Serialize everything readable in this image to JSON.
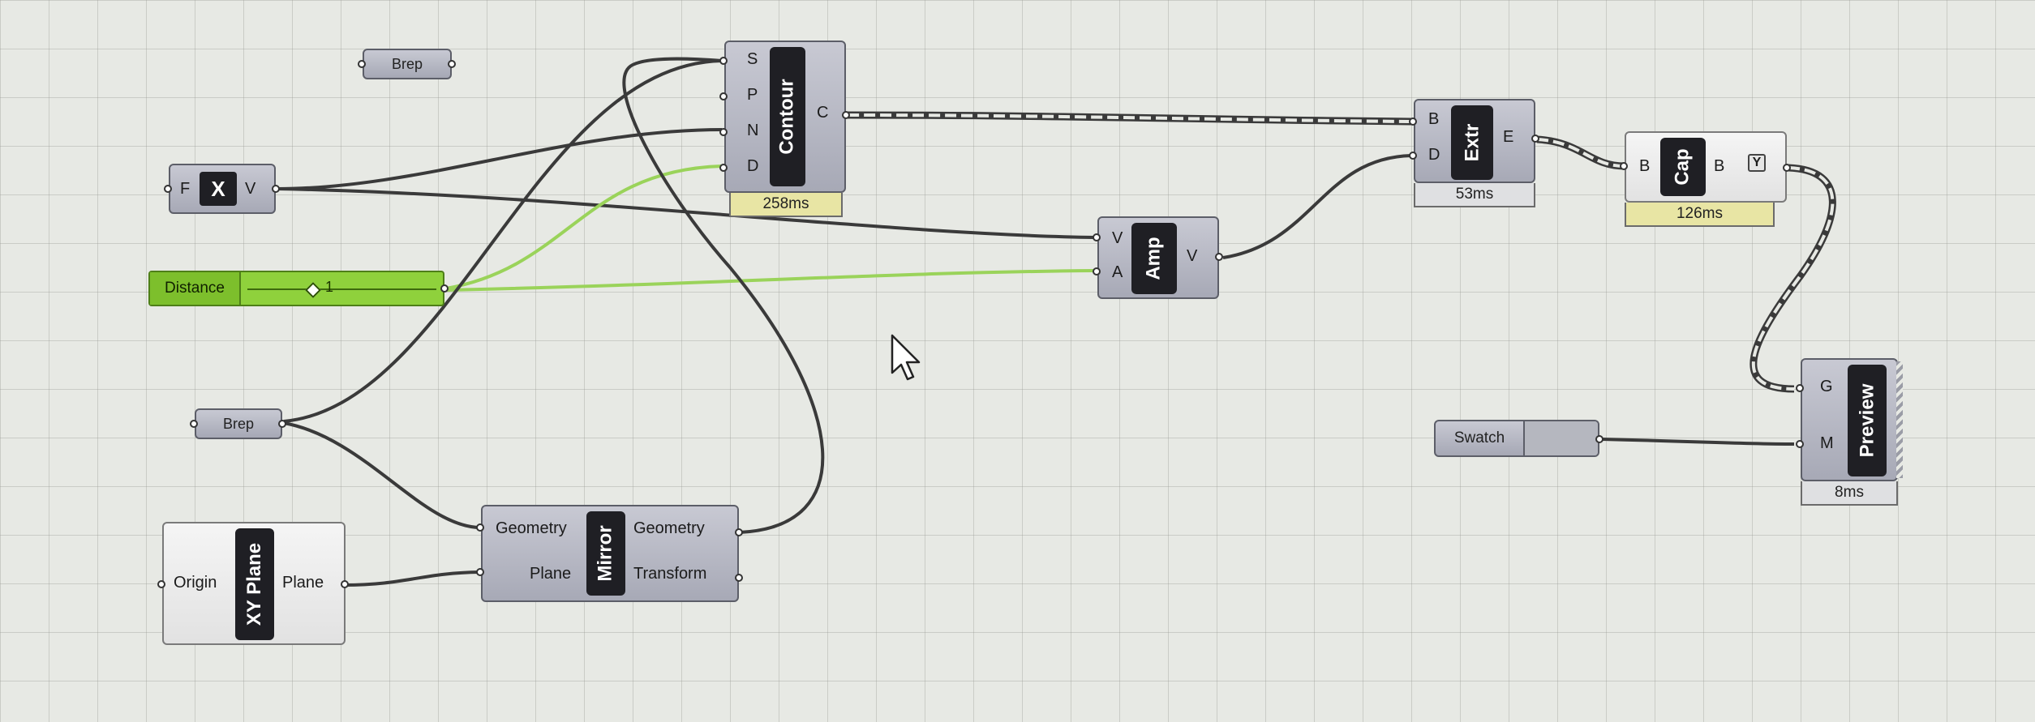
{
  "brep_top": {
    "label": "Brep"
  },
  "toggle": {
    "in_pin": "F",
    "glyph": "X",
    "out_pin": "V"
  },
  "slider": {
    "label": "Distance",
    "value": "1"
  },
  "brep_mid": {
    "label": "Brep"
  },
  "xy_plane": {
    "title": "XY Plane",
    "input": "Origin",
    "output": "Plane"
  },
  "mirror": {
    "title": "Mirror",
    "inputs": [
      "Geometry",
      "Plane"
    ],
    "outputs": [
      "Geometry",
      "Transform"
    ]
  },
  "contour": {
    "title": "Contour",
    "inputs": [
      "S",
      "P",
      "N",
      "D"
    ],
    "output": "C",
    "time": "258ms"
  },
  "amp": {
    "title": "Amp",
    "inputs": [
      "V",
      "A"
    ],
    "output": "V"
  },
  "extr": {
    "title": "Extr",
    "inputs": [
      "B",
      "D"
    ],
    "output": "E",
    "time": "53ms"
  },
  "cap": {
    "title": "Cap",
    "input": "B",
    "output": "B",
    "badge": "Y",
    "time": "126ms"
  },
  "swatch": {
    "label": "Swatch"
  },
  "preview": {
    "title": "Preview",
    "inputs": [
      "G",
      "M"
    ],
    "time": "8ms"
  },
  "colors": {
    "wire": "#3a3a3a",
    "slider_wire": "#9ad35a",
    "slider_fill": "#8fd13c",
    "warn_timer": "#e8e5a4"
  }
}
